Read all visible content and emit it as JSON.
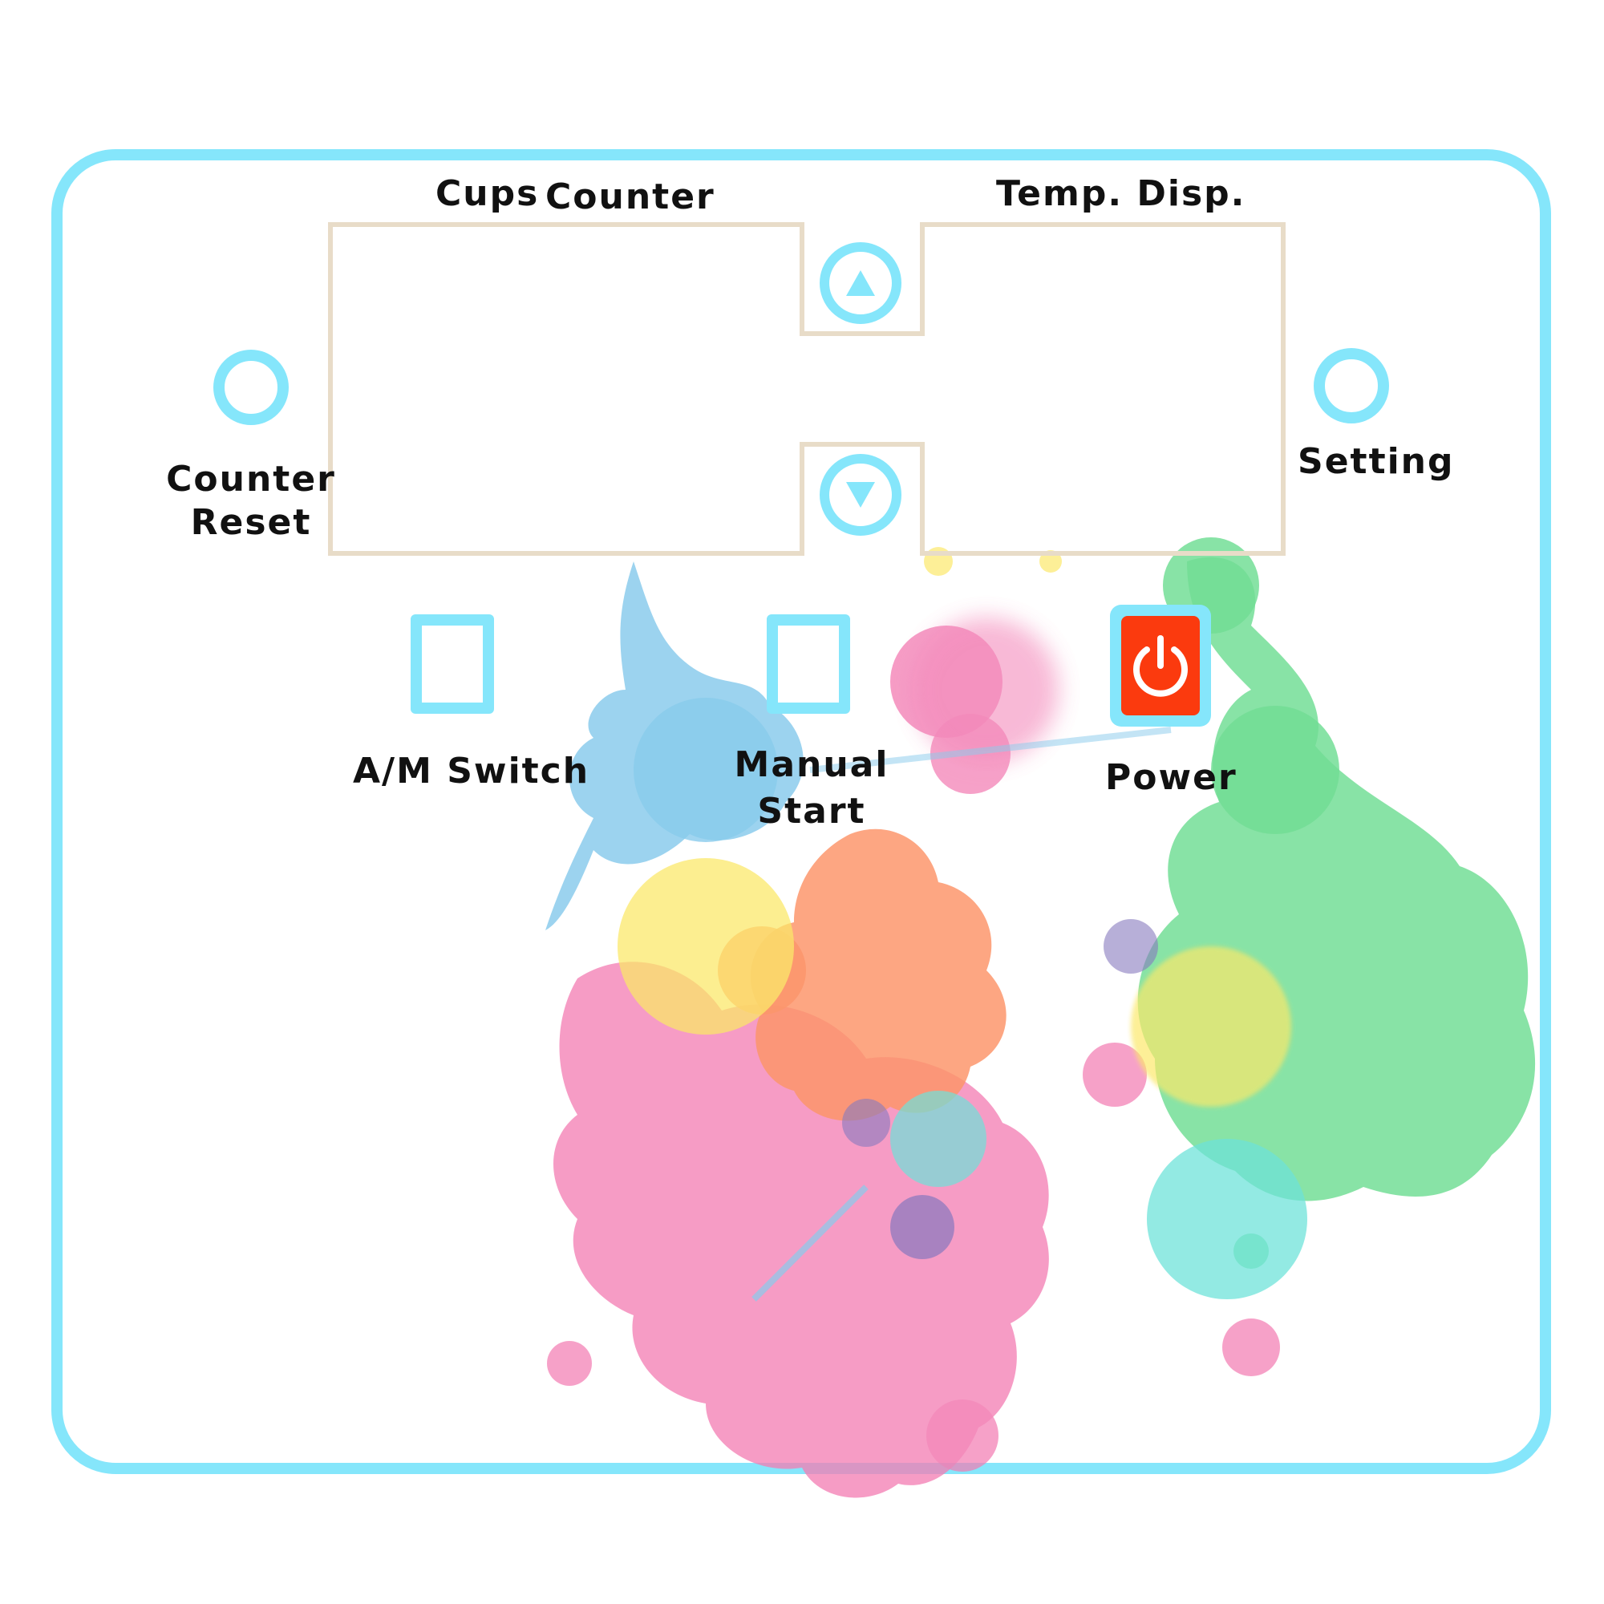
{
  "panel": {
    "labels": {
      "cups": "Cups",
      "counter": "Counter",
      "temp_disp": "Temp. Disp.",
      "counter_reset_line1": "Counter",
      "counter_reset_line2": "Reset",
      "setting": "Setting",
      "am_switch": "A/M Switch",
      "manual_start_line1": "Manual",
      "manual_start_line2": "Start",
      "power": "Power"
    },
    "icons": {
      "up": "triangle-up-icon",
      "down": "triangle-down-icon",
      "power": "power-icon"
    }
  },
  "colors": {
    "frame": "#85e6fb",
    "display_outline": "#e8dcc8",
    "power_bg": "#fb3a0e",
    "text": "#111111",
    "splash_blue": "#7cc6ea",
    "splash_pink": "#f27db3",
    "splash_green": "#63d98a",
    "splash_yellow": "#fbe65a",
    "splash_orange": "#fb8a5a",
    "splash_cyan": "#5fe0d6",
    "splash_purple": "#7a6ab8"
  }
}
